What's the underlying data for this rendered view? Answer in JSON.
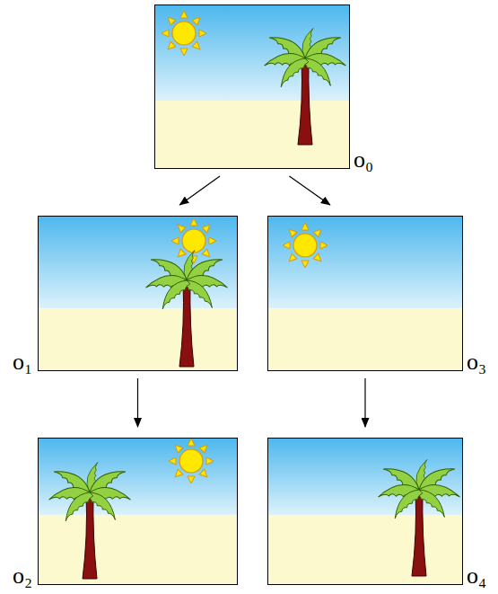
{
  "diagram": {
    "nodes": [
      {
        "text": [
          "o₀"
        ]
      },
      {
        "text": [
          "o₁"
        ]
      },
      {
        "text": [
          "o₃"
        ]
      },
      {
        "text": [
          "o₂"
        ]
      },
      {
        "text": [
          "o₄"
        ]
      }
    ],
    "edges": [
      {
        "from": 0,
        "to": 1,
        "arrow": "to"
      },
      {
        "from": 0,
        "to": 2,
        "arrow": "to"
      },
      {
        "from": 1,
        "to": 3,
        "arrow": "to"
      },
      {
        "from": 2,
        "to": 4,
        "arrow": "to"
      }
    ]
  }
}
